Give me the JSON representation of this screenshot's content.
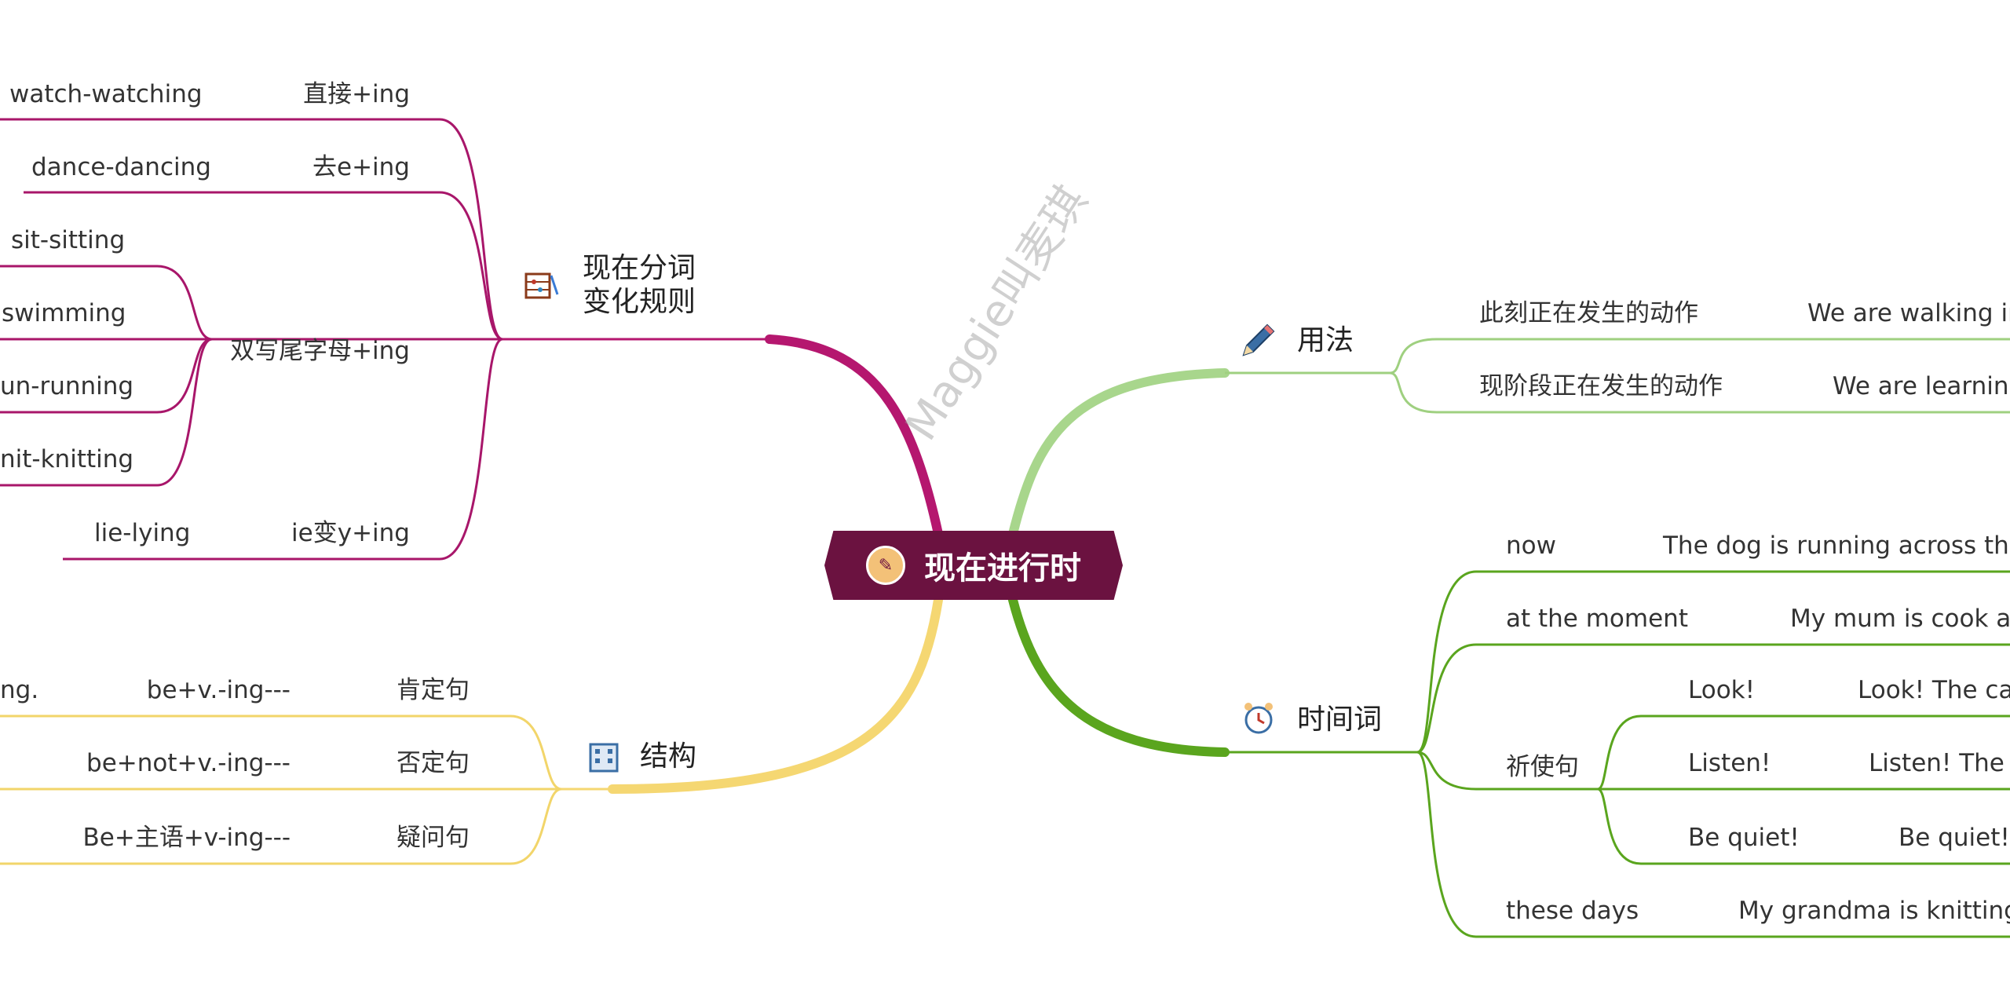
{
  "root": {
    "title": "现在进行时"
  },
  "watermark": "Maggie叫麦琪",
  "branches": {
    "participle": {
      "title_line1": "现在分词",
      "title_line2": "变化规则",
      "color": "#b5176f",
      "rules": [
        {
          "rule": "直接+ing",
          "examples": [
            "watch-watching"
          ]
        },
        {
          "rule": "去e+ing",
          "examples": [
            "dance-dancing"
          ]
        },
        {
          "rule": "双写尾字母+ing",
          "examples": [
            "sit-sitting",
            "swimming",
            "un-running",
            "nit-knitting"
          ]
        },
        {
          "rule": "ie变y+ing",
          "examples": [
            "lie-lying"
          ]
        }
      ]
    },
    "structure": {
      "title": "结构",
      "color": "#f5d772",
      "items": [
        {
          "label": "肯定句",
          "formula": "be+v.-ing---",
          "example": "ng."
        },
        {
          "label": "否定句",
          "formula": "be+not+v.-ing---",
          "example": ""
        },
        {
          "label": "疑问句",
          "formula": "Be+主语+v-ing---",
          "example": ""
        }
      ]
    },
    "usage": {
      "title": "用法",
      "color": "#9fd080",
      "items": [
        {
          "label": "此刻正在发生的动作",
          "example": "We are walking in"
        },
        {
          "label": "现阶段正在发生的动作",
          "example": "We are learning"
        }
      ]
    },
    "time_words": {
      "title": "时间词",
      "color": "#5aa51e",
      "items": [
        {
          "label": "now",
          "example": "The dog is running across the"
        },
        {
          "label": "at the moment",
          "example": "My mum is cook a"
        },
        {
          "label": "祈使句",
          "sub": [
            {
              "label": "Look!",
              "example": "Look! The ca"
            },
            {
              "label": "Listen!",
              "example": "Listen! The l"
            },
            {
              "label": "Be quiet!",
              "example": "Be quiet!"
            }
          ]
        },
        {
          "label": "these days",
          "example": "My grandma is knitting"
        }
      ]
    }
  }
}
